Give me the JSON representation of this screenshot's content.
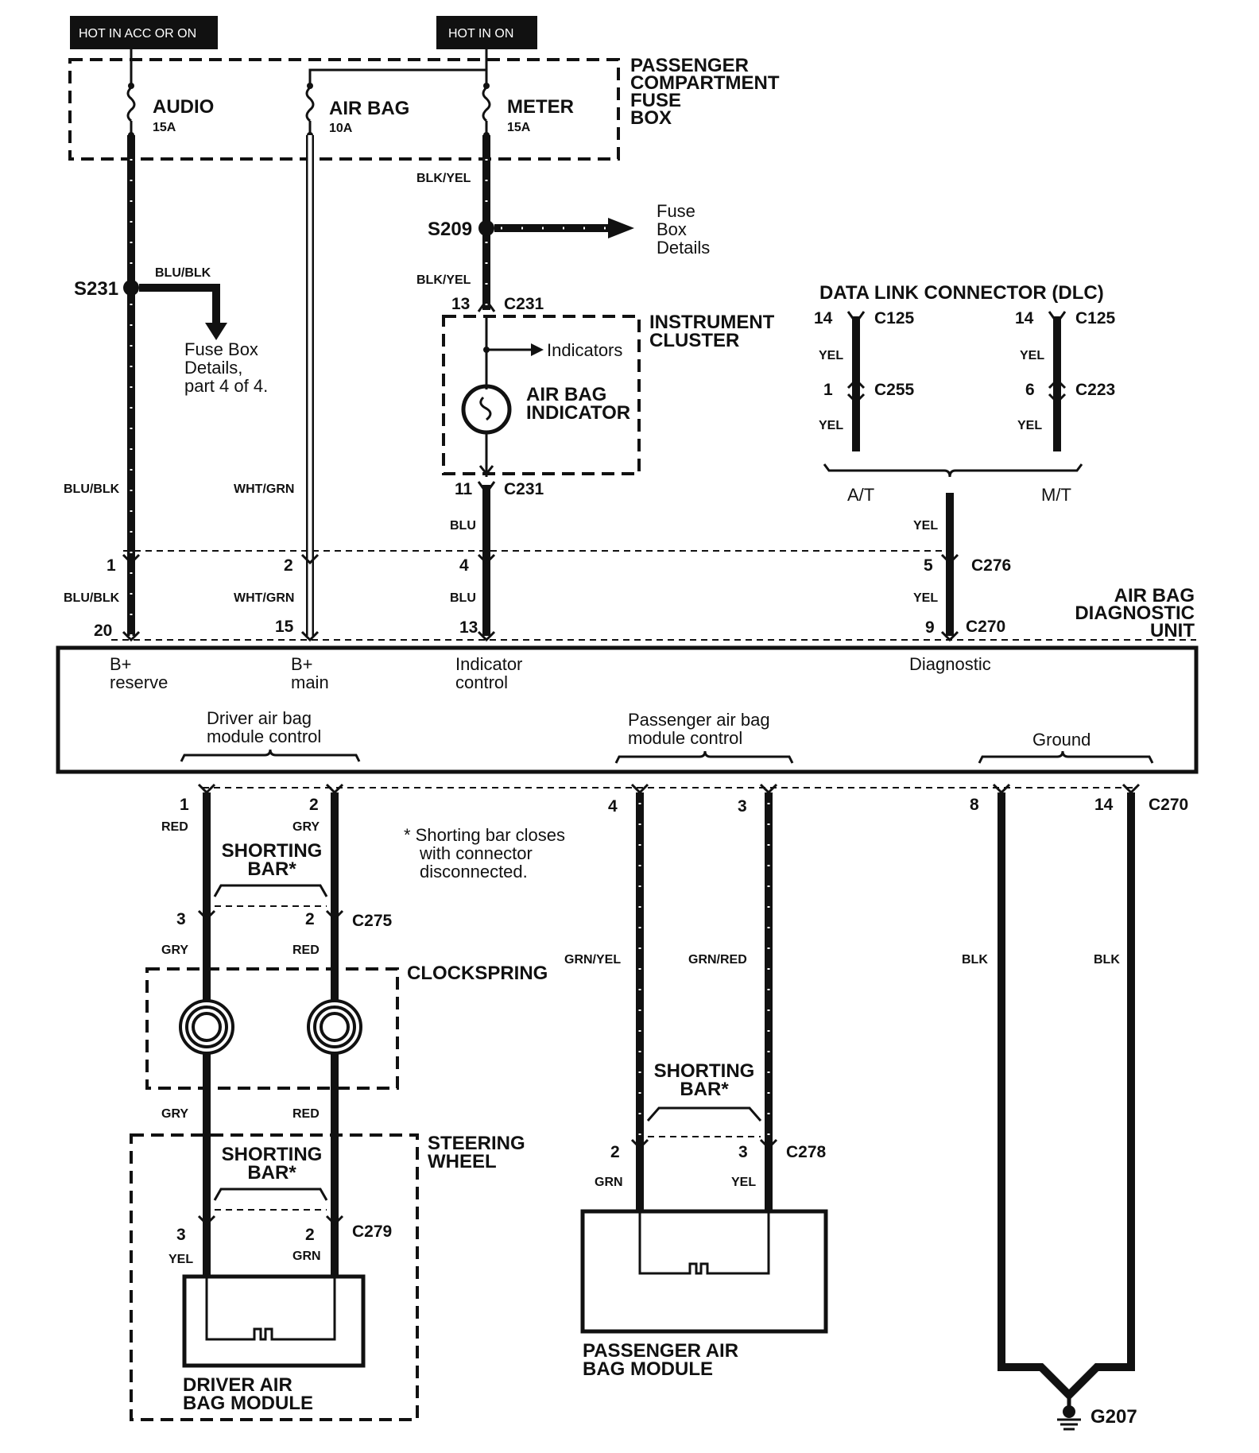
{
  "power": {
    "hot_acc": "HOT IN ACC OR ON",
    "hot_on": "HOT IN ON",
    "fuse_box_label": [
      "PASSENGER",
      "COMPARTMENT",
      "FUSE",
      "BOX"
    ],
    "fuses": [
      {
        "name": "AUDIO",
        "rating": "15A"
      },
      {
        "name": "AIR BAG",
        "rating": "10A"
      },
      {
        "name": "METER",
        "rating": "15A"
      }
    ]
  },
  "splices": {
    "s209": "S209",
    "s209_ref": [
      "Fuse",
      "Box",
      "Details"
    ],
    "s231": "S231",
    "s231_wire": "BLU/BLK",
    "s231_ref": [
      "Fuse Box",
      "Details,",
      "part 4 of 4."
    ]
  },
  "wire_colors": {
    "blk_yel": "BLK/YEL",
    "blu_blk": "BLU/BLK",
    "wht_grn": "WHT/GRN",
    "blu": "BLU",
    "yel": "YEL",
    "red": "RED",
    "gry": "GRY",
    "grn": "GRN",
    "grn_yel": "GRN/YEL",
    "grn_red": "GRN/RED",
    "blk": "BLK"
  },
  "instrument_cluster": {
    "label": [
      "INSTRUMENT",
      "CLUSTER"
    ],
    "indicators": "Indicators",
    "indicator_name": [
      "AIR BAG",
      "INDICATOR"
    ],
    "pin_in": "13",
    "pin_out": "11",
    "connector": "C231"
  },
  "dlc": {
    "title": "DATA LINK CONNECTOR (DLC)",
    "at": {
      "label": "A/T",
      "pin_top": "14",
      "conn_top": "C125",
      "pin_mid": "1",
      "conn_mid": "C255"
    },
    "mt": {
      "label": "M/T",
      "pin_top": "14",
      "conn_top": "C125",
      "pin_mid": "6",
      "conn_mid": "C223"
    }
  },
  "connectors": {
    "c276": "C276",
    "c270": "C270",
    "c276_pins": [
      "1",
      "2",
      "4",
      "5"
    ],
    "c270_pins_top": [
      "20",
      "15",
      "13",
      "9"
    ],
    "c270_pins_bottom": [
      "1",
      "2",
      "4",
      "3",
      "8",
      "14"
    ],
    "c275": "C275",
    "c275_pins": [
      "3",
      "2"
    ],
    "c279": "C279",
    "c279_pins": [
      "3",
      "2"
    ],
    "c278": "C278",
    "c278_pins": [
      "2",
      "3"
    ]
  },
  "diag_unit": {
    "title": [
      "AIR BAG",
      "DIAGNOSTIC",
      "UNIT"
    ],
    "b_reserve": [
      "B+",
      "reserve"
    ],
    "b_main": [
      "B+",
      "main"
    ],
    "indicator_control": [
      "Indicator",
      "control"
    ],
    "diagnostic": "Diagnostic",
    "driver_ctrl": [
      "Driver air bag",
      "module control"
    ],
    "passenger_ctrl": [
      "Passenger air bag",
      "module control"
    ],
    "ground": "Ground"
  },
  "notes": {
    "shorting_bar": [
      "SHORTING",
      "BAR*"
    ],
    "footnote": [
      "* Shorting bar closes",
      "with connector",
      "disconnected."
    ]
  },
  "components": {
    "clockspring": "CLOCKSPRING",
    "steering_wheel": [
      "STEERING",
      "WHEEL"
    ],
    "driver_module": [
      "DRIVER AIR",
      "BAG MODULE"
    ],
    "passenger_module": [
      "PASSENGER AIR",
      "BAG MODULE"
    ],
    "ground": "G207"
  }
}
